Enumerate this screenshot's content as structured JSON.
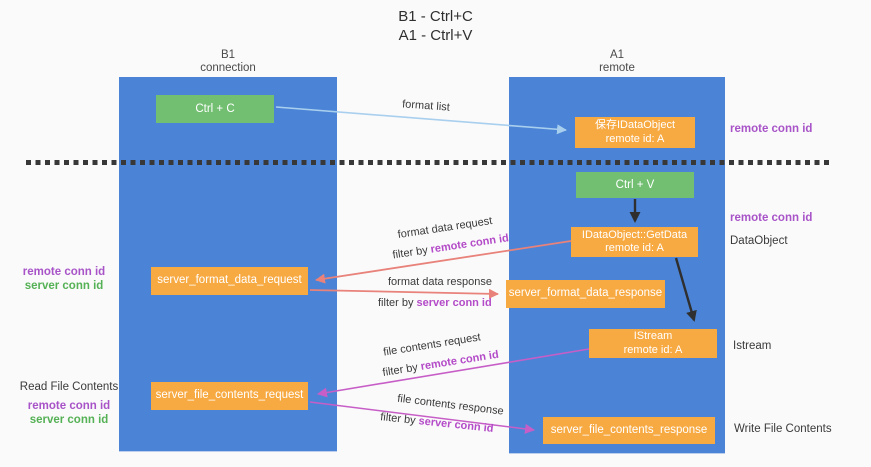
{
  "title": {
    "line1": "B1 - Ctrl+C",
    "line2": "A1 - Ctrl+V"
  },
  "columns": {
    "left": {
      "name": "B1",
      "role": "connection"
    },
    "right": {
      "name": "A1",
      "role": "remote"
    }
  },
  "nodes": {
    "ctrl_c": {
      "label": "Ctrl + C"
    },
    "ctrl_v": {
      "label": "Ctrl + V"
    },
    "save_idataobject": {
      "line1": "保存IDataObject",
      "line2": "remote id: A"
    },
    "idataobject_getdata": {
      "line1": "IDataObject::GetData",
      "line2": "remote id: A"
    },
    "istream": {
      "line1": "IStream",
      "line2": "remote id: A"
    },
    "server_format_data_request": {
      "label": "server_format_data_request"
    },
    "server_format_data_response": {
      "label": "server_format_data_response"
    },
    "server_file_contents_request": {
      "label": "server_file_contents_request"
    },
    "server_file_contents_response": {
      "label": "server_file_contents_response"
    }
  },
  "arrow_labels": {
    "format_list": {
      "text": "format list"
    },
    "format_data_request": {
      "text": "format data request",
      "filter_prefix": "filter by ",
      "filter_key": "remote conn id"
    },
    "format_data_response": {
      "text": "format data response",
      "filter_prefix": "filter by ",
      "filter_key": "server conn id"
    },
    "file_contents_request": {
      "text": "file contents request",
      "filter_prefix": "filter by ",
      "filter_key": "remote conn id"
    },
    "file_contents_response": {
      "text": "file contents response",
      "filter_prefix": "filter by ",
      "filter_key": "server conn id"
    }
  },
  "side_labels": {
    "right_top_remote_conn_id": "remote conn id",
    "right_mid_remote_conn_id": "remote conn id",
    "dataobject": "DataObject",
    "istream": "Istream",
    "write_file_contents": "Write File Contents",
    "read_file_contents": "Read File Contents",
    "left_top": {
      "remote": "remote conn id",
      "server": "server conn id"
    },
    "left_bottom": {
      "remote": "remote conn id",
      "server": "server conn id"
    }
  },
  "colors": {
    "column_blue": "#4b84d6",
    "node_green": "#72bf72",
    "node_orange": "#f7a942",
    "arrow_light_blue": "#a9cfee",
    "arrow_salmon": "#e8827a",
    "arrow_magenta": "#c75ec7",
    "arrow_black": "#2f2f2f",
    "text_purple": "#a854c8",
    "text_green": "#55b155"
  }
}
